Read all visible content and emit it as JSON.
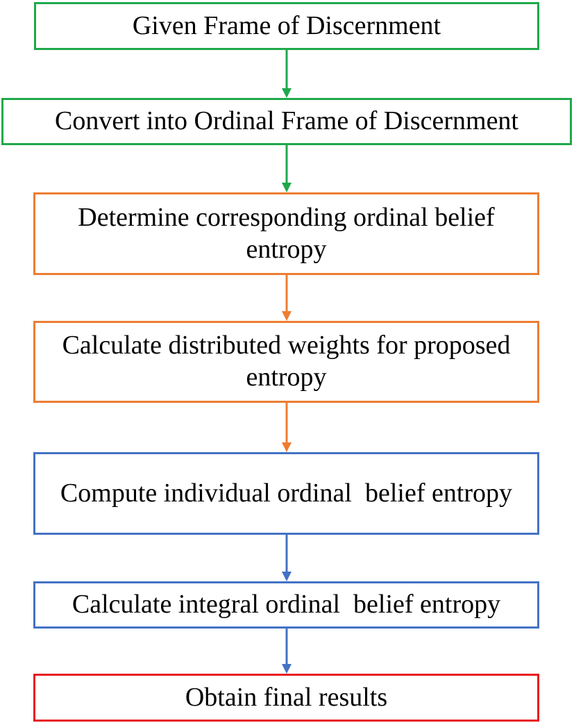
{
  "colors": {
    "green": "#1fa84a",
    "orange": "#ed7d31",
    "blue": "#4472c4",
    "red": "#e8191f"
  },
  "steps": [
    {
      "label": "Given Frame of Discernment",
      "color": "green"
    },
    {
      "label": "Convert into Ordinal Frame of Discernment",
      "color": "green"
    },
    {
      "label": "Determine corresponding ordinal belief entropy",
      "color": "orange"
    },
    {
      "label": "Calculate distributed weights for proposed entropy",
      "color": "orange"
    },
    {
      "label": "Compute individual ordinal  belief entropy",
      "color": "blue"
    },
    {
      "label": "Calculate integral ordinal  belief entropy",
      "color": "blue"
    },
    {
      "label": "Obtain final results",
      "color": "red"
    }
  ]
}
